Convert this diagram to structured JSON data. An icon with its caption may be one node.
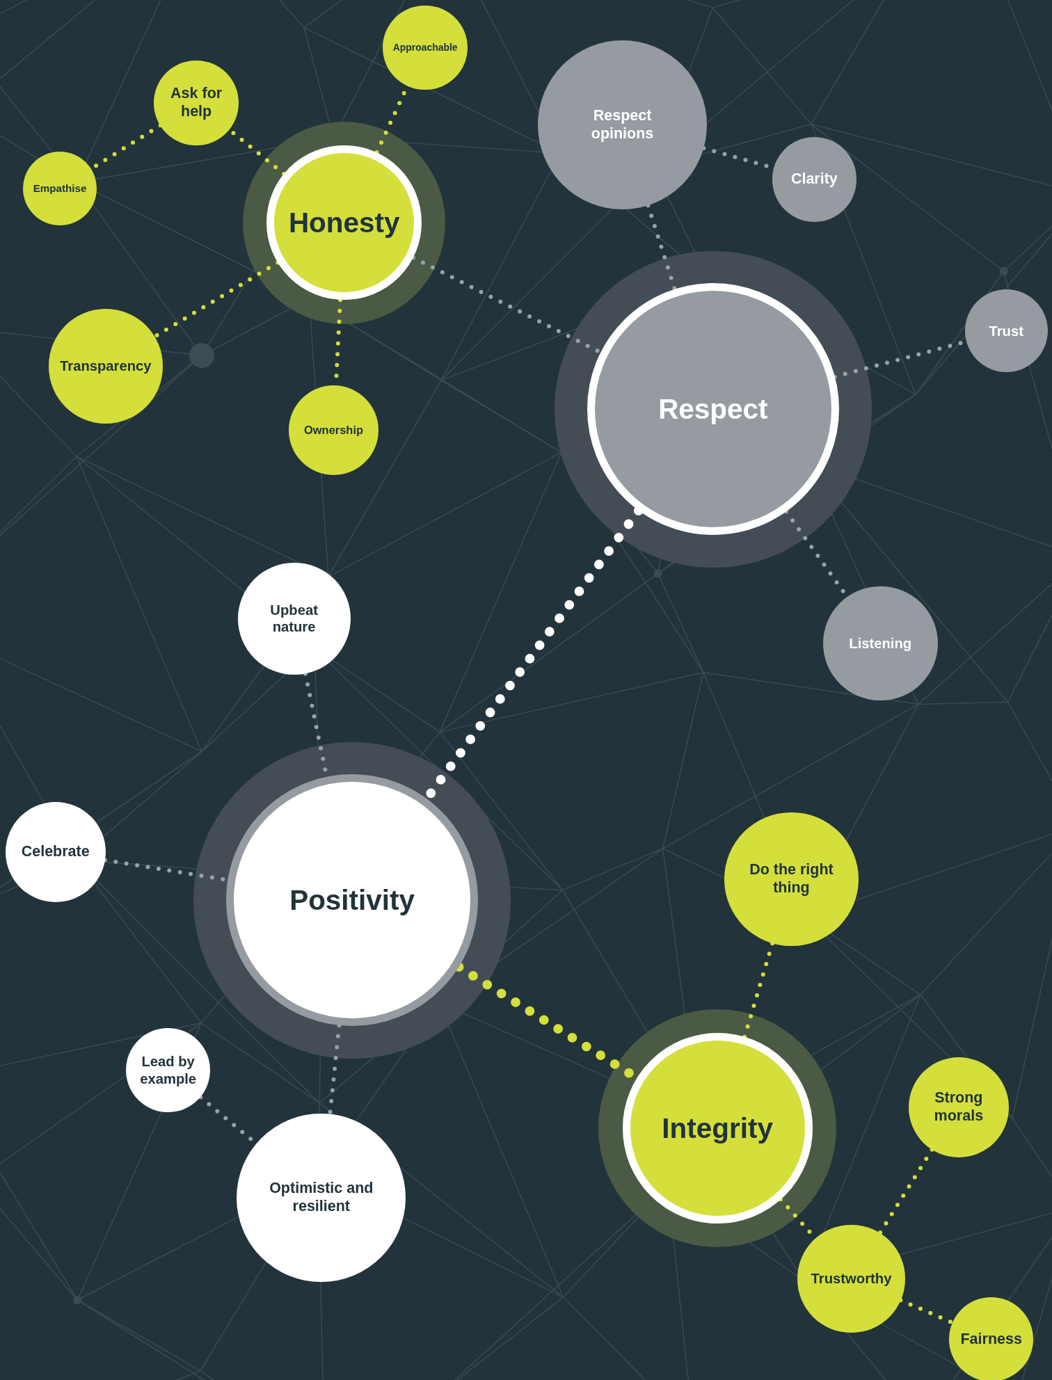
{
  "diagram": {
    "nodes": [
      {
        "text": [
          "Honesty"
        ]
      },
      {
        "text": [
          "Approachable"
        ]
      },
      {
        "text": [
          "Ask for help"
        ]
      },
      {
        "text": [
          "Empathise"
        ]
      },
      {
        "text": [
          "Transparency"
        ]
      },
      {
        "text": [
          "Ownership"
        ]
      },
      {
        "text": [
          "Respect opinions"
        ]
      },
      {
        "text": [
          "Clarity"
        ]
      },
      {
        "text": [
          "Respect"
        ]
      },
      {
        "text": [
          "Trust"
        ]
      },
      {
        "text": [
          "Listening"
        ]
      },
      {
        "text": [
          "Upbeat nature"
        ]
      },
      {
        "text": [
          "Positivity"
        ]
      },
      {
        "text": [
          "Celebrate"
        ]
      },
      {
        "text": [
          "Lead by example"
        ]
      },
      {
        "text": [
          "Optimistic and resilient"
        ]
      },
      {
        "text": [
          "Do the right thing"
        ]
      },
      {
        "text": [
          "Integrity"
        ]
      },
      {
        "text": [
          "Strong morals"
        ]
      },
      {
        "text": [
          "Trustworthy"
        ]
      },
      {
        "text": [
          "Fairness"
        ]
      }
    ],
    "edges": [
      {
        "from": 0,
        "to": 1,
        "arrow": "none",
        "style": "dashed"
      },
      {
        "from": 0,
        "to": 2,
        "arrow": "none",
        "style": "dashed"
      },
      {
        "from": 2,
        "to": 3,
        "arrow": "none",
        "style": "dashed"
      },
      {
        "from": 0,
        "to": 4,
        "arrow": "none",
        "style": "dashed"
      },
      {
        "from": 0,
        "to": 5,
        "arrow": "none",
        "style": "dashed"
      },
      {
        "from": 0,
        "to": 8,
        "arrow": "none",
        "style": "dashed",
        "color": "#9aa1a8"
      },
      {
        "from": 6,
        "to": 7,
        "arrow": "none",
        "style": "dashed",
        "color": "#9aa1a8"
      },
      {
        "from": 6,
        "to": 8,
        "arrow": "none",
        "style": "dashed",
        "color": "#9aa1a8"
      },
      {
        "from": 8,
        "to": 9,
        "arrow": "none",
        "style": "dashed",
        "color": "#9aa1a8"
      },
      {
        "from": 8,
        "to": 10,
        "arrow": "none",
        "style": "dashed",
        "color": "#9aa1a8"
      },
      {
        "from": 8,
        "to": 12,
        "arrow": "none",
        "style": "dashed",
        "color": "#ffffff"
      },
      {
        "from": 11,
        "to": 12,
        "arrow": "none",
        "style": "dashed",
        "color": "#9aa1a8"
      },
      {
        "from": 13,
        "to": 12,
        "arrow": "none",
        "style": "dashed",
        "color": "#9aa1a8"
      },
      {
        "from": 12,
        "to": 15,
        "arrow": "none",
        "style": "dashed",
        "color": "#9aa1a8"
      },
      {
        "from": 14,
        "to": 15,
        "arrow": "none",
        "style": "dashed",
        "color": "#9aa1a8"
      },
      {
        "from": 12,
        "to": 17,
        "arrow": "none",
        "style": "dashed"
      },
      {
        "from": 16,
        "to": 17,
        "arrow": "none",
        "style": "dashed"
      },
      {
        "from": 17,
        "to": 19,
        "arrow": "none",
        "style": "dashed"
      },
      {
        "from": 18,
        "to": 19,
        "arrow": "none",
        "style": "dashed"
      },
      {
        "from": 19,
        "to": 20,
        "arrow": "none",
        "style": "dashed"
      }
    ]
  }
}
